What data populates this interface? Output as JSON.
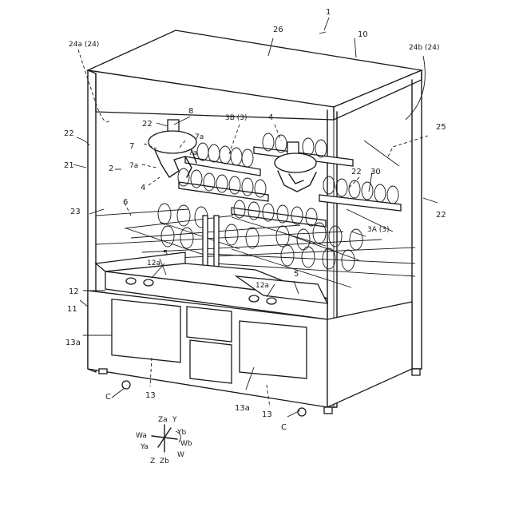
{
  "figure": {
    "labels": {
      "fig_ref": "1",
      "top_panel": "26",
      "housing": "10",
      "window_left_ref": "24a (24)",
      "window_right_ref": "24b (24)",
      "panel_22_left": "22",
      "panel_22_right": "22",
      "panel_22_hanger": "22",
      "panel_22_shelf": "22",
      "front_frame": "21",
      "chamber": "2",
      "divider": "23",
      "sensor": "25",
      "grid": "6",
      "shelf_upper": "3B (3)",
      "shelf_lower": "3A (3)",
      "item": "30",
      "arm_mount": "8",
      "arm_7_left": "7",
      "arm_7a_a": "7a",
      "arm_7a_b": "7a",
      "arm_7a_c": "7a",
      "crane_left": "4",
      "crane_right": "4",
      "chute_left": "5",
      "chute_right": "5",
      "button_left": "12a",
      "button_right": "12a",
      "console": "12",
      "base": "11",
      "door_left": "13a",
      "door_right": "13a",
      "door_ref_left": "13",
      "door_ref_right": "13",
      "caster_left": "C",
      "caster_right": "C"
    },
    "axes": {
      "za": "Za",
      "y": "Y",
      "yb": "Yb",
      "wa": "Wa",
      "wb": "Wb",
      "ya": "Ya",
      "w": "W",
      "z": "Z",
      "zb": "Zb"
    }
  }
}
